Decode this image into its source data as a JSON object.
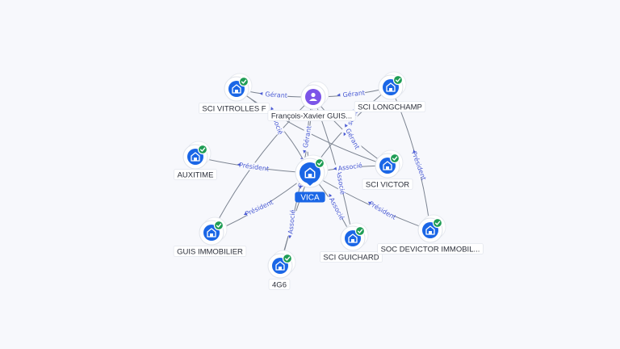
{
  "colors": {
    "company": "#1a66e6",
    "person": "#7c55e8",
    "verified": "#1f9d55",
    "edge_label": "#4a5bd4",
    "edge": "#7b8390",
    "background": "#f7f8fc"
  },
  "graph": {
    "center": {
      "id": "vica",
      "label": "VICA",
      "type": "company",
      "verified": true,
      "icon": "building-icon"
    },
    "nodes": [
      {
        "id": "sci-vitrolles",
        "label": "SCI VITROLLES F",
        "type": "company",
        "verified": true,
        "icon": "building-icon"
      },
      {
        "id": "fx-guis",
        "label": "François-Xavier GUIS...",
        "type": "person",
        "verified": false,
        "icon": "person-icon"
      },
      {
        "id": "sci-longchamp",
        "label": "SCI LONGCHAMP",
        "type": "company",
        "verified": true,
        "icon": "building-icon"
      },
      {
        "id": "auxitime",
        "label": "AUXITIME",
        "type": "company",
        "verified": true,
        "icon": "building-icon"
      },
      {
        "id": "sci-victor",
        "label": "SCI VICTOR",
        "type": "company",
        "verified": true,
        "icon": "building-icon"
      },
      {
        "id": "guis-immobilier",
        "label": "GUIS IMMOBILIER",
        "type": "company",
        "verified": true,
        "icon": "building-icon"
      },
      {
        "id": "sci-guichard",
        "label": "SCI GUICHARD",
        "type": "company",
        "verified": true,
        "icon": "building-icon"
      },
      {
        "id": "soc-devictor",
        "label": "SOC DEVICTOR IMMOBIL...",
        "type": "company",
        "verified": true,
        "icon": "building-icon"
      },
      {
        "id": "4g6",
        "label": "4G6",
        "type": "company",
        "verified": true,
        "icon": "building-icon"
      }
    ],
    "edge_labels": [
      "Gérant",
      "Gérant",
      "Associé",
      "Gérant",
      "Associé",
      "Gérant",
      "Associé",
      "Président",
      "Associé",
      "Président",
      "Président",
      "Président",
      "Associé",
      "Associé",
      "Président"
    ]
  }
}
